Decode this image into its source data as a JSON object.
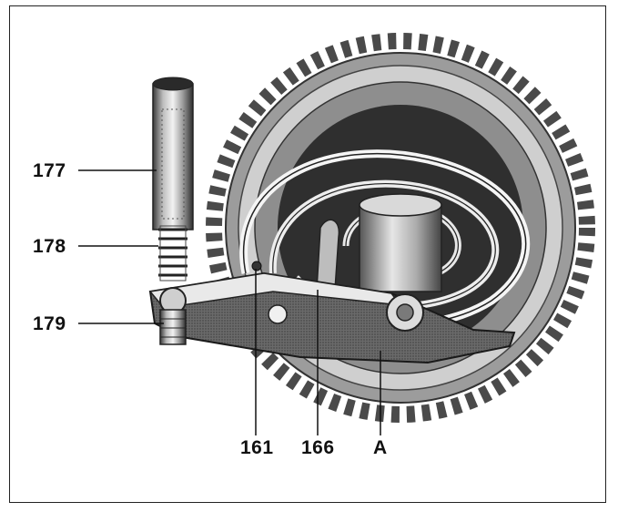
{
  "figure": {
    "callouts": {
      "c177": "177",
      "c178": "178",
      "c179": "179",
      "c161": "161",
      "c166": "166",
      "cA": "A"
    }
  }
}
